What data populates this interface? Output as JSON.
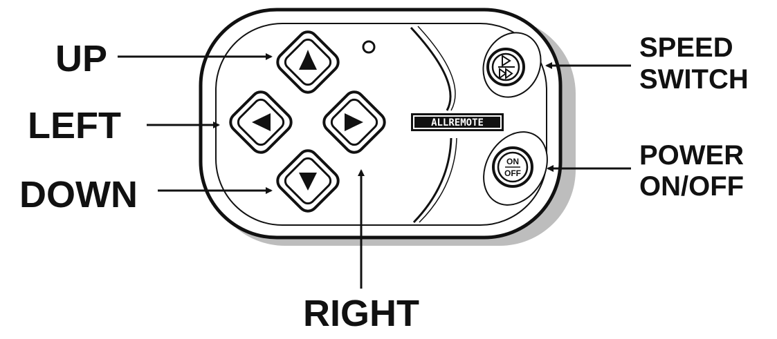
{
  "labels": {
    "up": "UP",
    "left": "LEFT",
    "down": "DOWN",
    "right": "RIGHT",
    "speed_switch_line1": "SPEED",
    "speed_switch_line2": "SWITCH",
    "power_line1": "POWER",
    "power_line2": "ON/OFF"
  },
  "remote": {
    "brand": "ALLREMOTE",
    "power_button_top": "ON",
    "power_button_bottom": "OFF"
  },
  "colors": {
    "ink": "#111111",
    "body_fill": "#ffffff",
    "shadow": "#bdbdbd",
    "arrow_fill": "#111111"
  }
}
